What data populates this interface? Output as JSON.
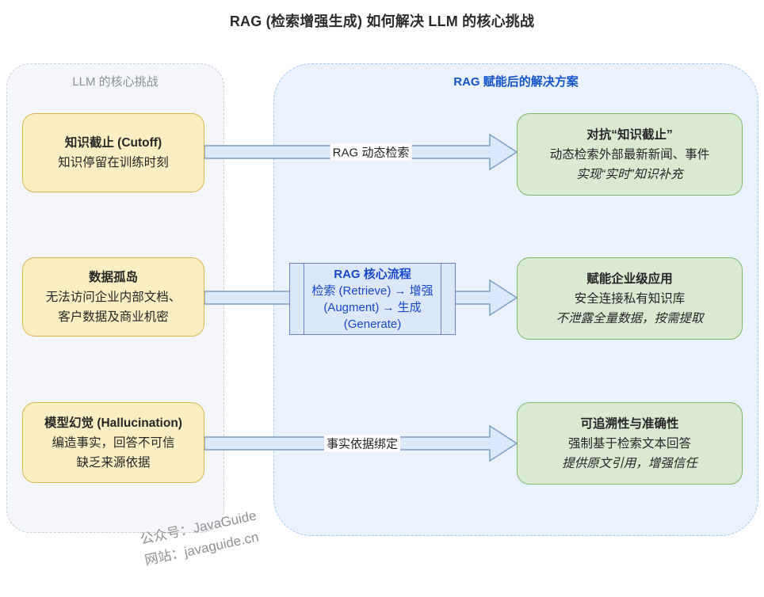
{
  "title": "RAG (检索增强生成) 如何解决 LLM 的核心挑战",
  "left_panel": {
    "title": "LLM 的核心挑战",
    "boxes": [
      {
        "title": "知识截止 (Cutoff)",
        "line1": "知识停留在训练时刻"
      },
      {
        "title": "数据孤岛",
        "line1": "无法访问企业内部文档、",
        "line2": "客户数据及商业机密"
      },
      {
        "title": "模型幻觉 (Hallucination)",
        "line1": "编造事实，回答不可信",
        "line2": "缺乏来源依据"
      }
    ]
  },
  "right_panel": {
    "title": "RAG 赋能后的解决方案",
    "boxes": [
      {
        "title": "对抗“知识截止”",
        "line": "动态检索外部最新新闻、事件",
        "note": "实现“实时”知识补充"
      },
      {
        "title": "赋能企业级应用",
        "line": "安全连接私有知识库",
        "note": "不泄露全量数据，按需提取"
      },
      {
        "title": "可追溯性与准确性",
        "line": "强制基于检索文本回答",
        "note": "提供原文引用，增强信任"
      }
    ]
  },
  "process_box": {
    "title": "RAG 核心流程",
    "body": "检索 (Retrieve) → 增强 (Augment) → 生成 (Generate)"
  },
  "arrow_labels": {
    "row1": "RAG 动态检索",
    "row3": "事实依据绑定"
  },
  "watermark": {
    "line1": "公众号：JavaGuide",
    "line2": "网站：javaguide.cn"
  },
  "colors": {
    "challenge_box_fill": "#fbeec3",
    "challenge_box_border": "#d8b54e",
    "solution_box_fill": "#d9e9d2",
    "solution_box_border": "#84b56d",
    "process_box_fill": "#dce7fa",
    "process_box_border": "#6d83c8",
    "process_text": "#1747cb",
    "arrow_fill": "#dbe8fb",
    "arrow_stroke": "#7e9cc7",
    "left_panel_bg": "#f4f6fa",
    "left_panel_border": "#c6d0dd",
    "left_panel_title": "#8a8f94",
    "right_panel_bg": "#e9f2fd",
    "right_panel_border": "#a5c8f2",
    "right_panel_title": "#1453cc",
    "watermark_text": "#909090"
  }
}
